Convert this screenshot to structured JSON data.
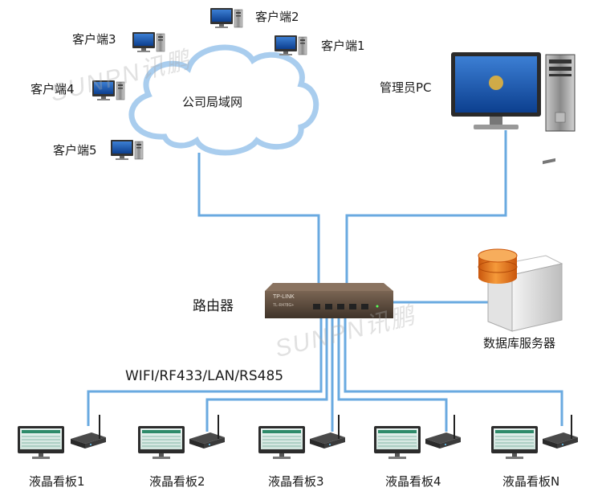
{
  "cloud": {
    "label": "公司局域网"
  },
  "clients": [
    {
      "label": "客户端2"
    },
    {
      "label": "客户端3"
    },
    {
      "label": "客户端1"
    },
    {
      "label": "客户端4"
    },
    {
      "label": "客户端5"
    }
  ],
  "admin": {
    "label": "管理员PC"
  },
  "router": {
    "label": "路由器",
    "brand": "TP-LINK",
    "model": "TL-R478G+"
  },
  "server": {
    "label": "数据库服务器"
  },
  "link": {
    "label": "WIFI/RF433/LAN/RS485"
  },
  "boards": [
    {
      "label": "液晶看板1"
    },
    {
      "label": "液晶看板2"
    },
    {
      "label": "液晶看板3"
    },
    {
      "label": "液晶看板4"
    },
    {
      "label": "液晶看板N"
    }
  ],
  "watermark": {
    "text": "SUNPN讯鹏"
  },
  "colors": {
    "line": "#6aaae0",
    "cloud_edge": "#a9cdee",
    "router_body": "#5a4a3c",
    "db_orange": "#e8781a"
  }
}
